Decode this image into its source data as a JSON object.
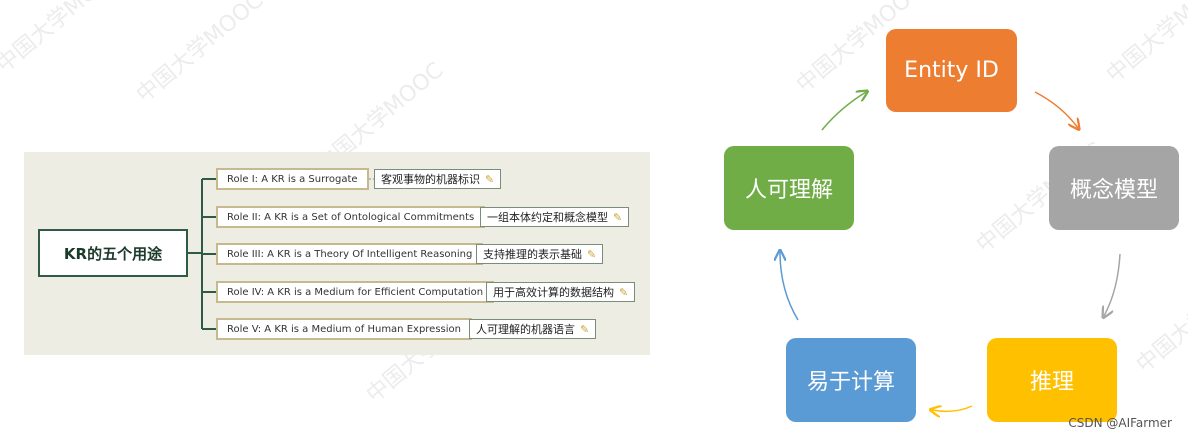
{
  "watermark_text": "中国大学MOOC",
  "mindmap": {
    "root_label": "KR的五个用途",
    "roles": [
      {
        "label": "Role I: A KR is a Surrogate",
        "desc": "客观事物的机器标识"
      },
      {
        "label": "Role II: A KR is a Set of Ontological Commitments",
        "desc": "一组本体约定和概念模型"
      },
      {
        "label": "Role III: A KR is a Theory Of Intelligent Reasoning",
        "desc": "支持推理的表示基础"
      },
      {
        "label": "Role IV: A KR is a Medium for Efficient Computation",
        "desc": "用于高效计算的数据结构"
      },
      {
        "label": "Role V: A KR is a Medium of Human Expression",
        "desc": "人可理解的机器语言"
      }
    ],
    "note_icon": "note-icon",
    "colors": {
      "background": "#eeede3",
      "root_border": "#2e5b45",
      "role_border": "#c7b98e"
    }
  },
  "cycle": {
    "boxes": {
      "entity_id": {
        "label": "Entity ID",
        "color": "#ed7d31"
      },
      "concept_model": {
        "label": "概念模型",
        "color": "#a5a5a5"
      },
      "reasoning": {
        "label": "推理",
        "color": "#ffc000"
      },
      "easy_compute": {
        "label": "易于计算",
        "color": "#5b9bd5"
      },
      "human_readable": {
        "label": "人可理解",
        "color": "#70ad47"
      }
    }
  },
  "credit": "CSDN @AIFarmer"
}
